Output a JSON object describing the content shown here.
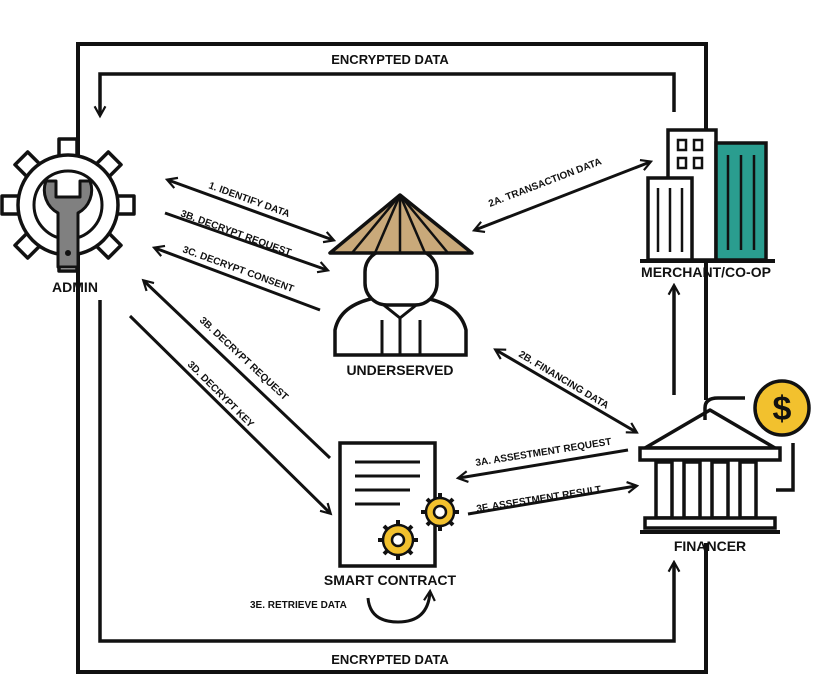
{
  "colors": {
    "line": "#111111",
    "gear_gray": "#808080",
    "hat_tan": "#c9a97a",
    "building_teal": "#2a9d8f",
    "gold": "#f2c12e"
  },
  "nodes": {
    "admin": {
      "label": "ADMIN",
      "icon": "gear-wrench-icon"
    },
    "underserved": {
      "label": "UNDERSERVED",
      "icon": "person-conical-hat-icon"
    },
    "merchant": {
      "label": "MERCHANT/CO-OP",
      "icon": "buildings-icon"
    },
    "financer": {
      "label": "FINANCER",
      "icon": "bank-dollar-icon"
    },
    "smart_contract": {
      "label": "SMART CONTRACT",
      "icon": "document-gears-icon"
    }
  },
  "edges": {
    "encrypted_top": "ENCRYPTED DATA",
    "encrypted_bottom": "ENCRYPTED DATA",
    "e1": "1. IDENTIFY DATA",
    "e3b_user": "3B. DECRYPT REQUEST",
    "e3c": "3C. DECRYPT CONSENT",
    "e3b_contract": "3B. DECRYPT REQUEST",
    "e3d": "3D. DECRYPT KEY",
    "e2a": "2A. TRANSACTION DATA",
    "e2b": "2B. FINANCING DATA",
    "e3a": "3A. ASSESTMENT REQUEST",
    "e3f": "3F. ASSESTMENT RESULT",
    "e3e": "3E. RETRIEVE DATA"
  }
}
